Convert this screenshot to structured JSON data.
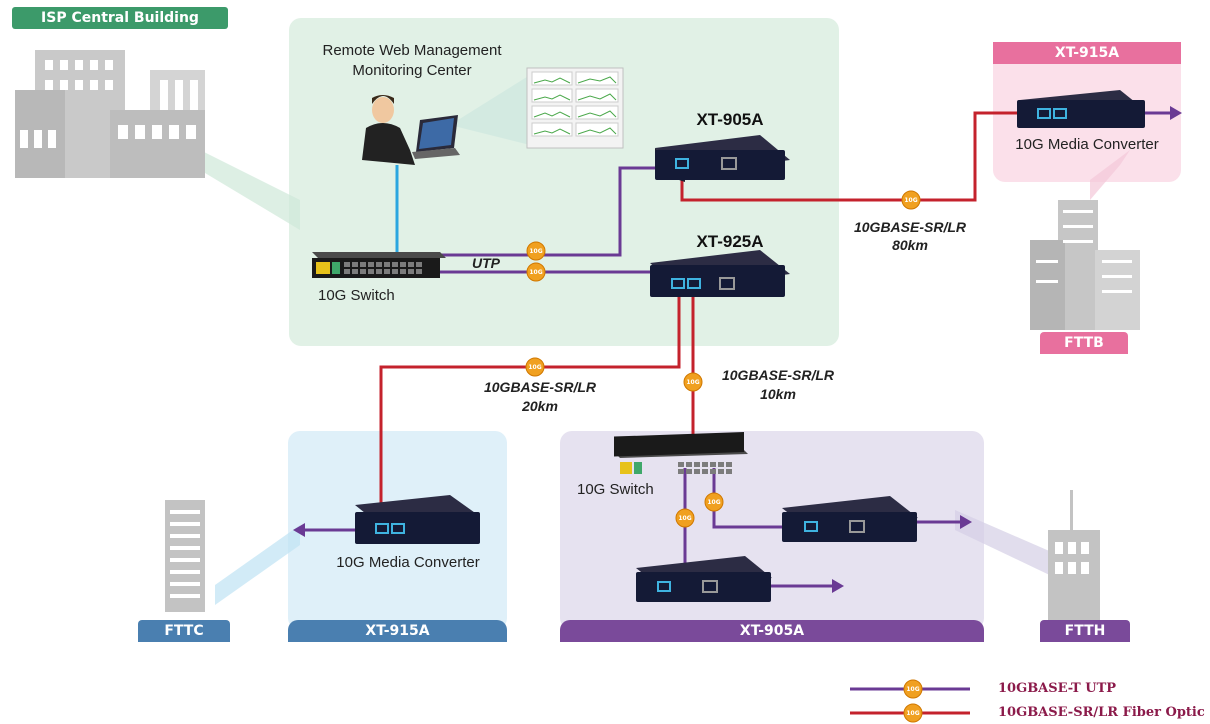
{
  "diagram": {
    "isp_building_label": "ISP Central Building",
    "monitoring": {
      "line1": "Remote Web Management",
      "line2": "Monitoring Center"
    },
    "devices": {
      "xt905a_top": "XT-905A",
      "xt925a": "XT-925A",
      "xt915a_right": "XT-915A",
      "xt915a_bottom": "XT-915A",
      "xt905a_bottom": "XT-905A"
    },
    "switch_top_label": "10G Switch",
    "switch_bottom_label": "10G Switch",
    "media_converter_right": "10G Media Converter",
    "media_converter_left": "10G Media Converter",
    "utp_label": "UTP",
    "link_80km": {
      "line1": "10GBASE-SR/LR",
      "line2": "80km"
    },
    "link_20km": {
      "line1": "10GBASE-SR/LR",
      "line2": "20km"
    },
    "link_10km": {
      "line1": "10GBASE-SR/LR",
      "line2": "10km"
    },
    "fttb": "FTTB",
    "fttc": "FTTC",
    "ftth": "FTTH",
    "badge_text": "10G"
  },
  "legend": {
    "utp": "10GBASE-T UTP",
    "fiber": "10GBASE-SR/LR Fiber Optic"
  },
  "colors": {
    "utp": "#6a3a94",
    "fiber": "#c4222c",
    "copper_badge": "#f0a020",
    "green_zone": "#e1f1e6",
    "green_badge": "#3c9a6a",
    "pink_zone": "#fbe0ea",
    "pink_badge": "#e8709e",
    "blue_zone": "#dff0f9",
    "blue_badge": "#4a7fb0",
    "purple_zone": "#e6e2f0",
    "purple_badge": "#7a4a9a"
  }
}
